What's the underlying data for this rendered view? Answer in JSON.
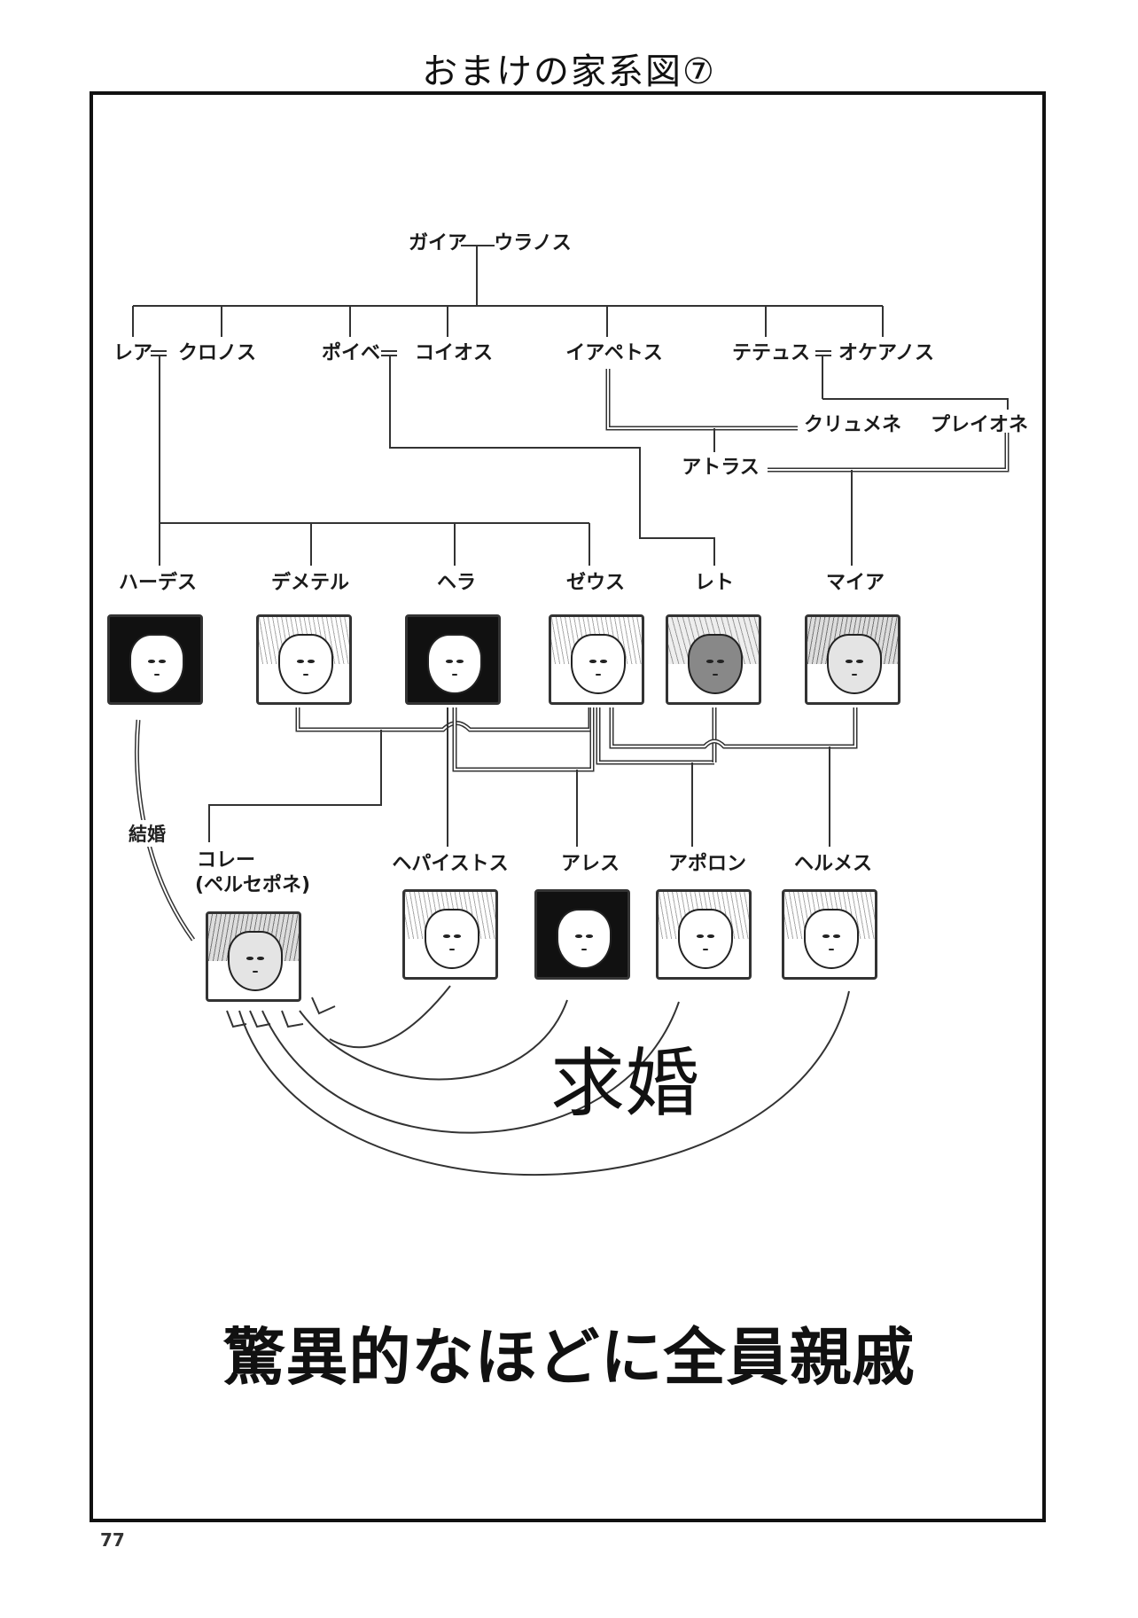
{
  "page": {
    "title": "おまけの家系図⑦",
    "page_number": "77",
    "caption": "驚異的なほどに全員親戚",
    "proposal_label": "求婚",
    "marriage_label": "結婚"
  },
  "generations": {
    "primordial": [
      "ガイア",
      "ウラノス"
    ],
    "titans": [
      {
        "couple": [
          "レア",
          "クロノス"
        ]
      },
      {
        "couple": [
          "ポイベ",
          "コイオス"
        ]
      },
      {
        "single": "イアペトス"
      },
      {
        "couple": [
          "テテュス",
          "オケアノス"
        ]
      }
    ],
    "oceanids": [
      "クリュメネ",
      "プレイオネ"
    ],
    "atlas": "アトラス",
    "olympians": [
      "ハーデス",
      "デメテル",
      "ヘラ",
      "ゼウス",
      "レト",
      "マイア"
    ],
    "kore": {
      "name": "コレー",
      "alias": "(ペルセポネ)"
    },
    "zeus_children": [
      "ヘパイストス",
      "アレス",
      "アポロン",
      "ヘルメス"
    ]
  },
  "relations": {
    "parents_of_titans": [
      "ガイア",
      "ウラノス"
    ],
    "children_of_rhea_cronus": [
      "ハーデス",
      "デメテル",
      "ヘラ",
      "ゼウス"
    ],
    "leto_parents": [
      "ポイベ",
      "コイオス"
    ],
    "atlas_parents": [
      "イアペトス",
      "クリュメネ"
    ],
    "maia_parents": [
      "アトラス",
      "プレイオネ"
    ],
    "oceanid_parents": [
      "テテュス",
      "オケアノス"
    ],
    "kore_parents": [
      "ゼウス",
      "デメテル"
    ],
    "hephaestus_parents": [
      "ヘラ"
    ],
    "ares_parents": [
      "ゼウス",
      "ヘラ"
    ],
    "apollo_parents": [
      "ゼウス",
      "レト"
    ],
    "hermes_parents": [
      "ゼウス",
      "マイア"
    ],
    "marriage": [
      "ハーデス",
      "コレー"
    ],
    "suitors_of_kore": [
      "ヘパイストス",
      "アレス",
      "アポロン",
      "ヘルメス"
    ]
  }
}
